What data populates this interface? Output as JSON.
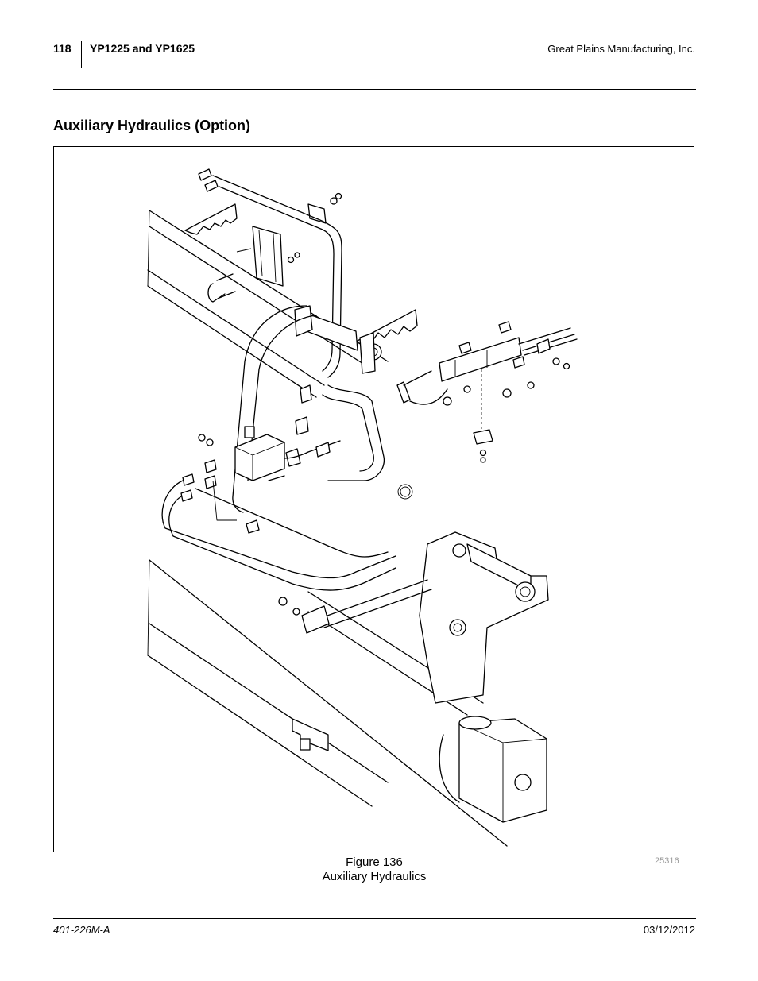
{
  "header": {
    "page_number": "118",
    "model": "YP1225 and YP1625",
    "company": "Great Plains Manufacturing, Inc."
  },
  "section": {
    "title": "Auxiliary Hydraulics (Option)"
  },
  "figure": {
    "number_label": "Figure 136",
    "caption": "Auxiliary Hydraulics",
    "drawing_id": "25316"
  },
  "footer": {
    "doc_number": "401-226M-A",
    "date": "03/12/2012"
  }
}
